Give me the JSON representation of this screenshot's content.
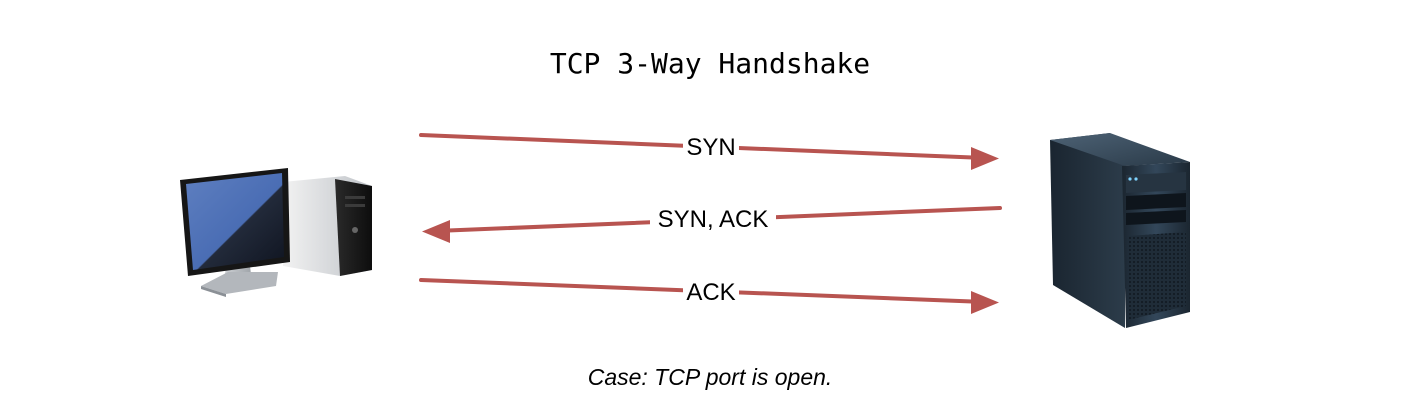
{
  "diagram": {
    "title": "TCP 3-Way Handshake",
    "caption": "Case: TCP port is open.",
    "arrow_color": "#b85450",
    "nodes": [
      {
        "id": "client",
        "icon": "desktop-computer-icon"
      },
      {
        "id": "server",
        "icon": "tower-server-icon"
      }
    ],
    "messages": [
      {
        "label": "SYN",
        "from": "client",
        "to": "server"
      },
      {
        "label": "SYN, ACK",
        "from": "server",
        "to": "client"
      },
      {
        "label": "ACK",
        "from": "client",
        "to": "server"
      }
    ]
  }
}
